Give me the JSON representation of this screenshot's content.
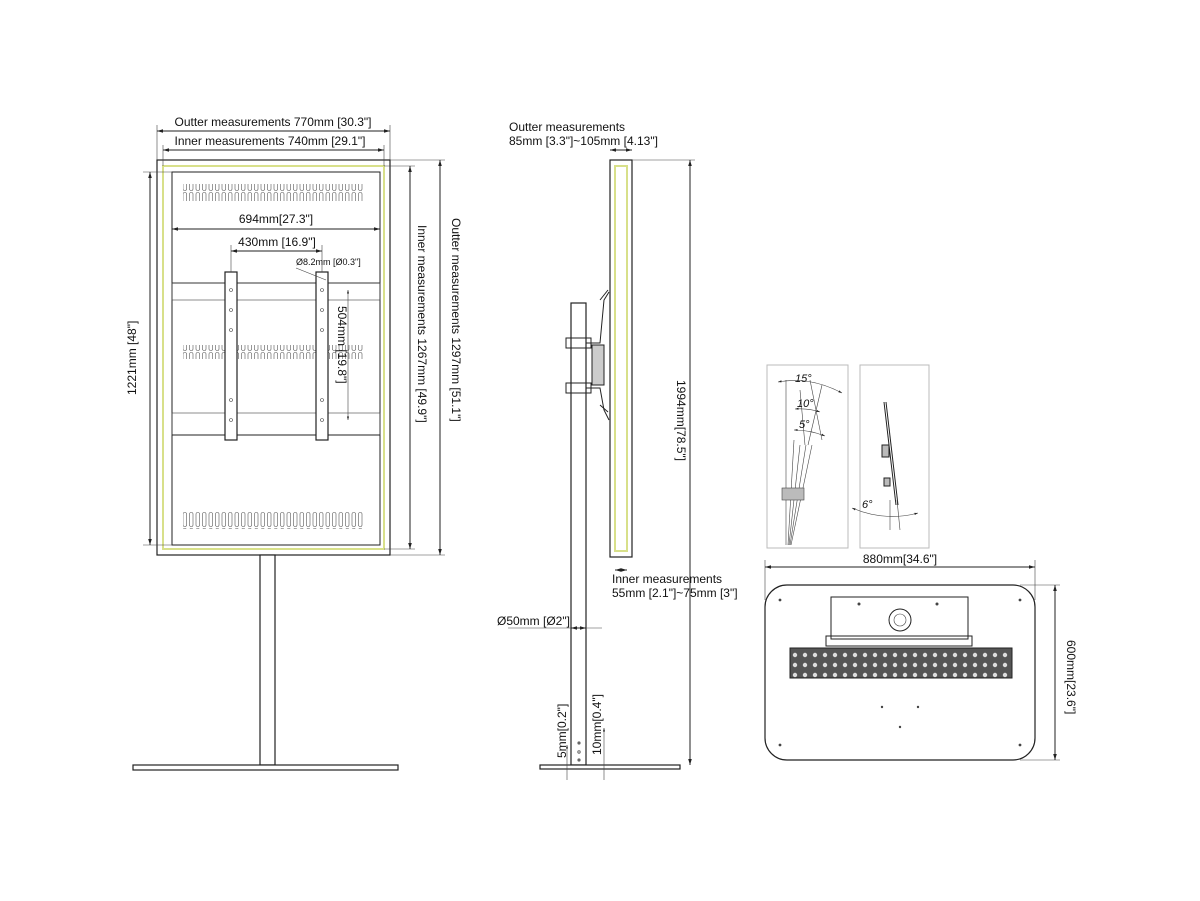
{
  "front_view": {
    "outer_width": "Outter measurements 770mm [30.3\"]",
    "inner_width": "Inner measurements  740mm [29.1\"]",
    "screen_width": "694mm[27.3\"]",
    "vesa_width": "430mm [16.9\"]",
    "hole_diameter": "Ø8.2mm [Ø0.3\"]",
    "vesa_height": "504mm [19.8\"]",
    "screen_height": "1221mm [48\"]",
    "inner_height": "Inner measurements 1267mm [49.9\"]",
    "outer_height": "Outter measurements 1297mm [51.1\"]"
  },
  "side_view": {
    "outer_depth_line1": "Outter measurements",
    "outer_depth_line2": "85mm [3.3\"]~105mm [4.13\"]",
    "inner_depth_line1": "Inner measurements",
    "inner_depth_line2": "55mm [2.1\"]~75mm [3\"]",
    "total_height": "1994mm[78.5\"]",
    "pole_diameter": "Ø50mm [Ø2\"]",
    "base_thickness_a": "5mm[0.2\"]",
    "base_thickness_b": "10mm[0.4\"]"
  },
  "tilt_views": {
    "angles": [
      "15°",
      "10°",
      "5°"
    ],
    "side_angle": "6°"
  },
  "base_plate": {
    "width": "880mm[34.6\"]",
    "depth": "600mm[23.6\"]"
  }
}
